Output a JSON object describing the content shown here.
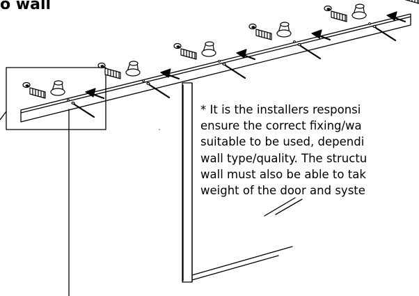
{
  "heading": "o wall",
  "note": {
    "lines": [
      "*  It is the installers responsi",
      "ensure the correct fixing/wa",
      "suitable to be used, dependi",
      "wall type/quality. The structu",
      "wall must also be able to tak",
      "weight of the door and syste"
    ]
  },
  "fixings": {
    "count": 6
  },
  "colors": {
    "line": "#000000",
    "background": "#ffffff",
    "highlight": "#f2f2f2"
  }
}
